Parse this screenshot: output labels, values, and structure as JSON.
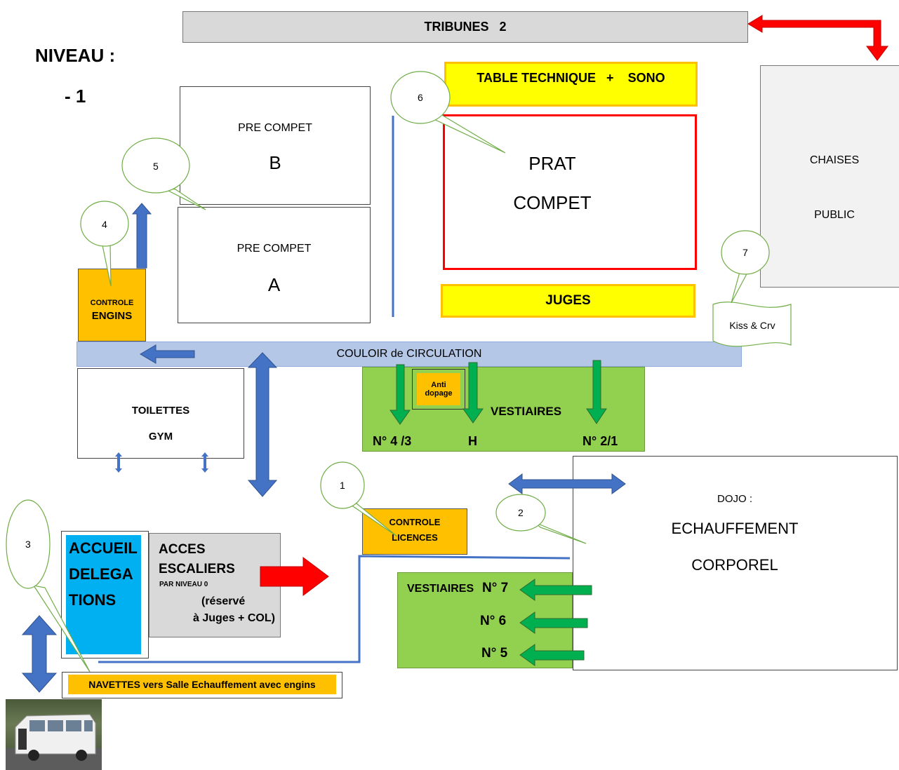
{
  "title": {
    "line1": "NIVEAU :",
    "line2": "- 1"
  },
  "tribunes": "TRIBUNES   2",
  "table_technique": "TABLE TECHNIQUE   +    SONO",
  "prat_compet": {
    "line1": "PRAT",
    "line2": "COMPET"
  },
  "juges": "JUGES",
  "chaises_public": {
    "line1": "CHAISES",
    "line2": "PUBLIC"
  },
  "pre_compet_b": {
    "label": "PRE COMPET",
    "letter": "B"
  },
  "pre_compet_a": {
    "label": "PRE COMPET",
    "letter": "A"
  },
  "controle_engins": {
    "line1": "CONTROLE",
    "line2": "ENGINS"
  },
  "couloir": "COULOIR de CIRCULATION",
  "kiss_cry": "Kiss & Crv",
  "toilettes": {
    "line1": "TOILETTES",
    "line2": "GYM"
  },
  "vestiaires_top": {
    "label": "VESTIAIRES",
    "anti_dopage": {
      "line1": "Anti",
      "line2": "dopage"
    },
    "n43": "N° 4 /3",
    "h": "H",
    "n21": "N° 2/1"
  },
  "dojo": {
    "line1": "DOJO :",
    "line2": "ECHAUFFEMENT",
    "line3": "CORPOREL"
  },
  "controle_licences": {
    "line1": "CONTROLE",
    "line2": "LICENCES"
  },
  "accueil": {
    "line1": "ACCUEIL",
    "line2": "DELEGA",
    "line3": "TIONS"
  },
  "acces": {
    "line1": "ACCES",
    "line2": "ESCALIERS",
    "line3": "PAR NIVEAU 0",
    "line4": "(réservé",
    "line5": "à Juges + COL)"
  },
  "vestiaires_bottom": {
    "label": "VESTIAIRES",
    "n7": "N° 7",
    "n6": "N° 6",
    "n5": "N° 5"
  },
  "navettes": "NAVETTES vers Salle Echauffement avec engins",
  "callouts": [
    "1",
    "2",
    "3",
    "4",
    "5",
    "6",
    "7"
  ],
  "colors": {
    "yellow": "#ffff00",
    "orange": "#ffc000",
    "red": "#ff0000",
    "blue_arrow": "#4472c4",
    "green_room": "#92d050",
    "green_arrow": "#00b050",
    "corridor": "#b4c7e7",
    "cyan": "#00b0f0",
    "grey": "#d9d9d9",
    "light_grey": "#f2f2f2",
    "callout_border": "#70ad47"
  },
  "icons": [
    "bus-photo",
    "red-arrow",
    "blue-arrow",
    "green-arrow"
  ]
}
